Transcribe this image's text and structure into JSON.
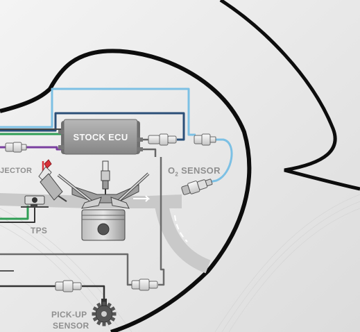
{
  "diagram": {
    "labels": {
      "ecu": "STOCK ECU",
      "o2_prefix": "O",
      "o2_sub": "2",
      "o2_suffix": " SENSOR",
      "injector": "JECTOR",
      "tps": "TPS",
      "pickup_line1": "PICK-UP",
      "pickup_line2": "SENSOR"
    },
    "colors": {
      "light_blue": "#7cc0e4",
      "navy": "#2b4f78",
      "green": "#2f9e55",
      "purple": "#7a3fa0",
      "dark_gray": "#555555",
      "outline": "#111111",
      "ecu_body": "#9a9a9a",
      "injector_red": "#d8323a"
    }
  }
}
